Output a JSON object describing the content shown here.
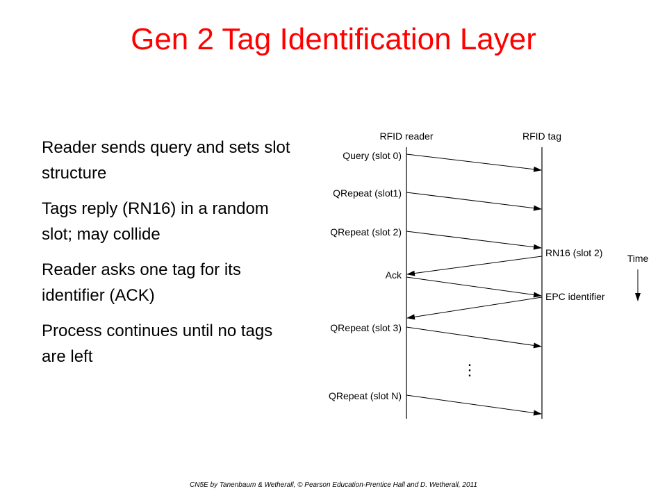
{
  "slide": {
    "title": "Gen 2 Tag Identification Layer",
    "bullets": [
      "Reader sends query and sets slot structure",
      "Tags reply (RN16) in a random slot; may collide",
      "Reader asks one tag for its identifier (ACK)",
      "Process continues until no tags are left"
    ],
    "footer": "CN5E by Tanenbaum & Wetherall, © Pearson Education-Prentice Hall and D. Wetherall, 2011"
  },
  "diagram": {
    "reader_label": "RFID reader",
    "tag_label": "RFID tag",
    "time_label": "Time",
    "reader_messages": [
      "Query (slot 0)",
      "QRepeat (slot1)",
      "QRepeat (slot 2)",
      "Ack",
      "QRepeat (slot 3)",
      "QRepeat (slot N)"
    ],
    "tag_messages": [
      "RN16 (slot 2)",
      "EPC identifier"
    ],
    "ellipsis": "⋮"
  },
  "colors": {
    "title": "#ff0000",
    "text": "#000000"
  }
}
